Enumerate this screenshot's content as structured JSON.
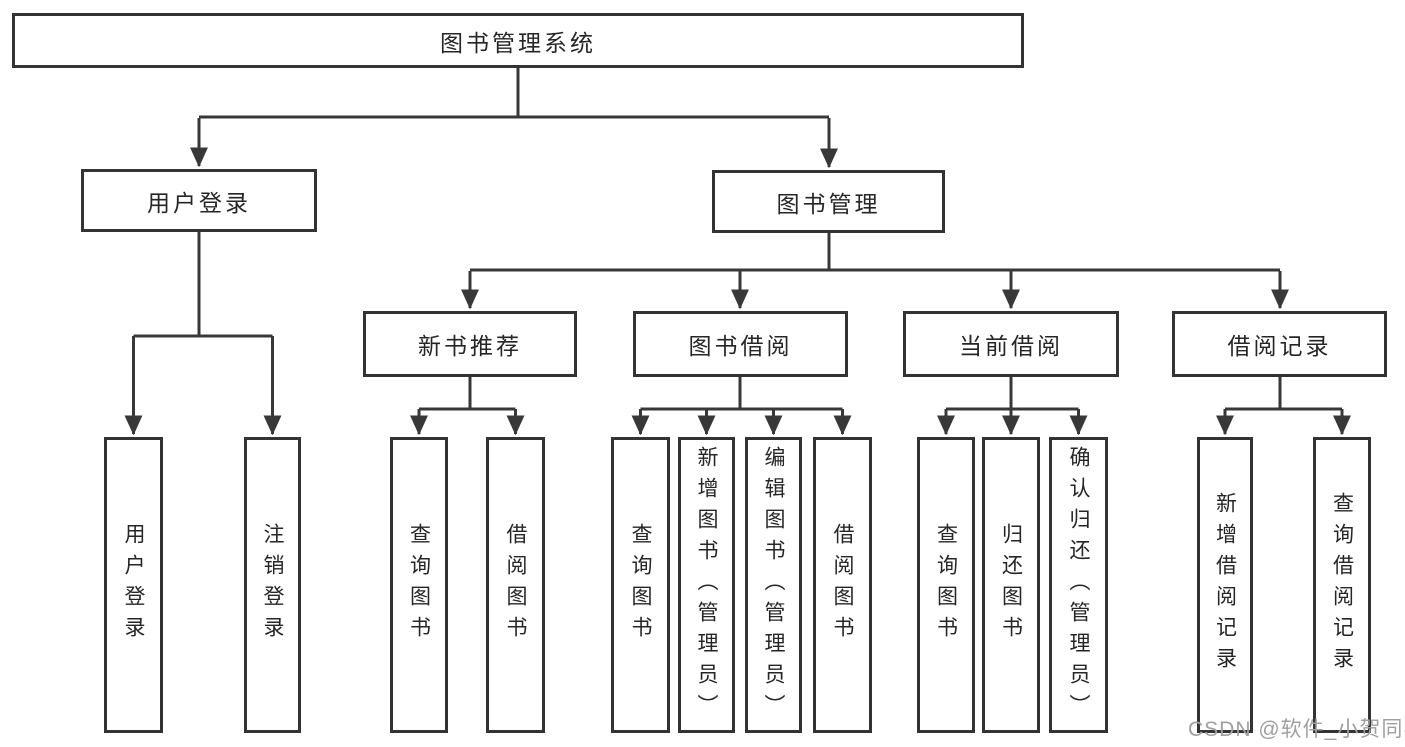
{
  "diagram": {
    "title": "图书管理系统",
    "type": "hierarchy-tree",
    "tree": {
      "label": "图书管理系统",
      "children": [
        {
          "label": "用户登录",
          "children": [
            {
              "label": "用户登录"
            },
            {
              "label": "注销登录"
            }
          ]
        },
        {
          "label": "图书管理",
          "children": [
            {
              "label": "新书推荐",
              "children": [
                {
                  "label": "查询图书"
                },
                {
                  "label": "借阅图书"
                }
              ]
            },
            {
              "label": "图书借阅",
              "children": [
                {
                  "label": "查询图书"
                },
                {
                  "label": "新增图书（管理员）"
                },
                {
                  "label": "编辑图书（管理员）"
                },
                {
                  "label": "借阅图书"
                }
              ]
            },
            {
              "label": "当前借阅",
              "children": [
                {
                  "label": "查询图书"
                },
                {
                  "label": "归还图书"
                },
                {
                  "label": "确认归还（管理员）"
                }
              ]
            },
            {
              "label": "借阅记录",
              "children": [
                {
                  "label": "新增借阅记录"
                },
                {
                  "label": "查询借阅记录"
                }
              ]
            }
          ]
        }
      ]
    }
  },
  "watermark": {
    "text": "CSDN @软件_小贺同学"
  },
  "colors": {
    "line": "#383838",
    "box_border": "#333333",
    "text": "#262626",
    "watermark_text": "#a0a0a0",
    "background": "#ffffff"
  }
}
